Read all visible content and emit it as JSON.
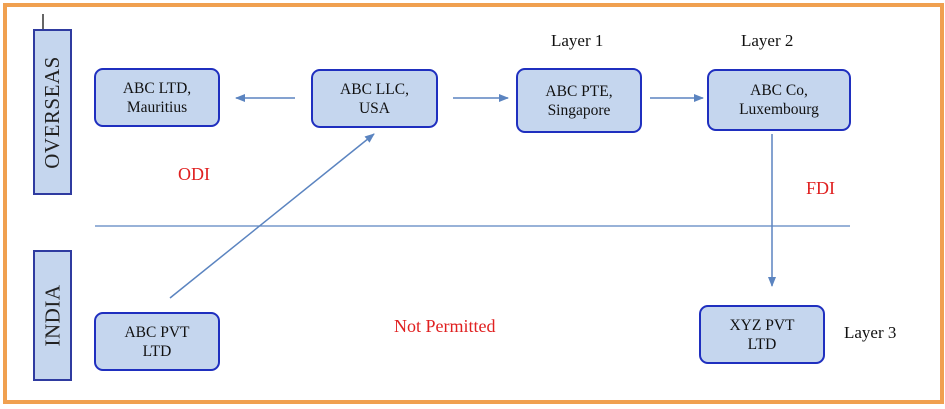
{
  "regions": {
    "overseas": "OVERSEAS",
    "india": "INDIA"
  },
  "nodes": {
    "abc_ltd": "ABC LTD,\nMauritius",
    "abc_llc": "ABC LLC,\nUSA",
    "abc_pte": "ABC PTE,\nSingapore",
    "abc_co": "ABC Co,\nLuxembourg",
    "abc_pvt": "ABC PVT\nLTD",
    "xyz_pvt": "XYZ PVT\nLTD"
  },
  "layers": {
    "layer1": "Layer 1",
    "layer2": "Layer 2",
    "layer3": "Layer 3"
  },
  "labels": {
    "odi": "ODI",
    "fdi": "FDI",
    "not_permitted": "Not Permitted"
  },
  "colors": {
    "frame": "#f0a050",
    "box_fill": "#c5d6ee",
    "box_border": "#1f2fbf",
    "arrow": "#5b84c0",
    "accent_text": "#e02020"
  }
}
